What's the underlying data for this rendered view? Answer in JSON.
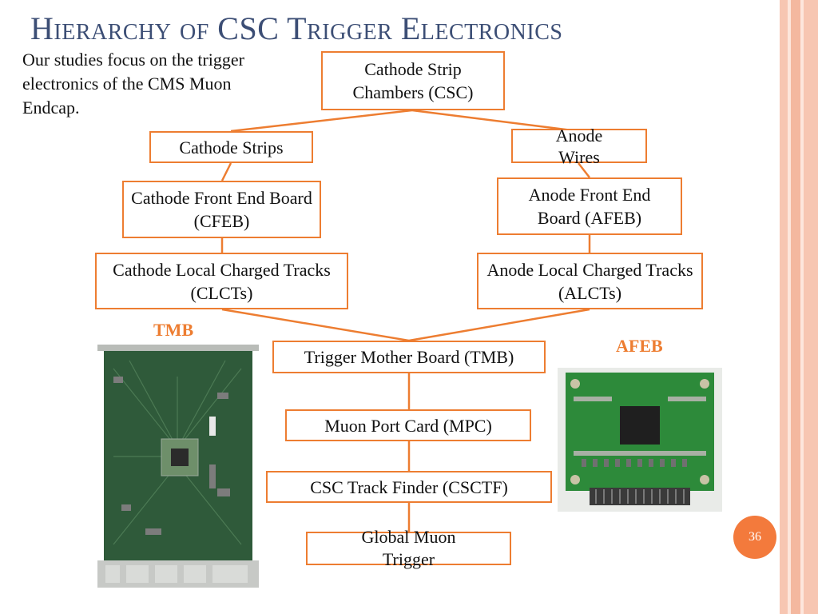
{
  "slide": {
    "title": "Hierarchy of CSC Trigger Electronics",
    "intro": "Our studies focus on the trigger electronics of the CMS Muon Endcap.",
    "page_number": "36"
  },
  "diagram": {
    "nodes": {
      "csc": "Cathode Strip Chambers (CSC)",
      "cathode_strips": "Cathode Strips",
      "anode_wires": "Anode Wires",
      "cfeb": "Cathode Front End Board (CFEB)",
      "afeb": "Anode Front End Board (AFEB)",
      "clct": "Cathode Local Charged Tracks (CLCTs)",
      "alct": "Anode Local Charged Tracks (ALCTs)",
      "tmb": "Trigger Mother Board (TMB)",
      "mpc": "Muon Port Card (MPC)",
      "csctf": "CSC Track Finder (CSCTF)",
      "gmt": "Global Muon Trigger"
    },
    "line_color": "#ed7d31"
  },
  "photos": {
    "tmb_label": "TMB",
    "afeb_label": "AFEB"
  },
  "colors": {
    "title": "#3c4e75",
    "accent": "#ed7d31",
    "badge": "#f37a3c"
  }
}
